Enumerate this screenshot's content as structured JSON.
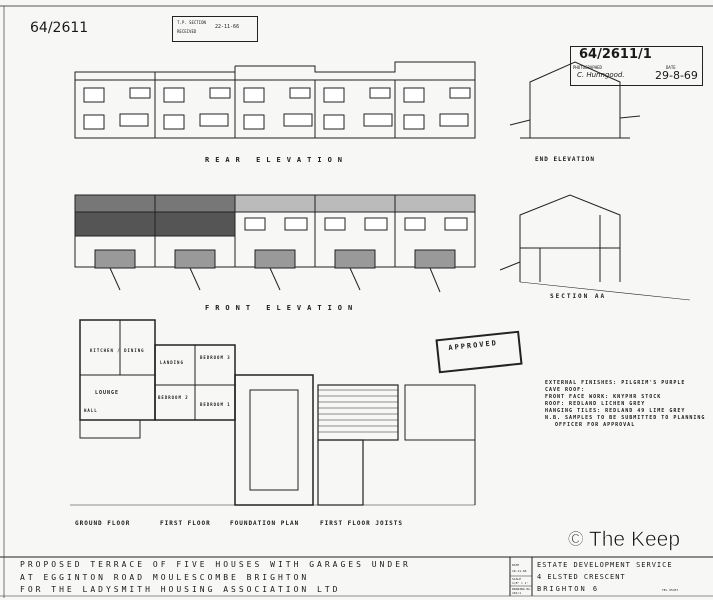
{
  "header": {
    "ref_number": "64/2611",
    "stamp": {
      "line1": "T.P. SECTION",
      "line2": "RECEIVED",
      "date": "22-11-66"
    },
    "photo_box": {
      "ref": "64/2611/1",
      "photographed_label": "PHOTOGRAPHED",
      "photographer": "C. Hunngood.",
      "date_label": "DATE",
      "date": "29-8-69"
    }
  },
  "views": {
    "rear_elevation": "REAR ELEVATION",
    "end_elevation": "END ELEVATION",
    "front_elevation": "FRONT ELEVATION",
    "section": "SECTION AA",
    "ground_floor": "GROUND FLOOR",
    "first_floor": "FIRST FLOOR",
    "foundation_plan": "FOUNDATION PLAN",
    "first_floor_joists": "FIRST FLOOR JOISTS"
  },
  "rooms": {
    "kitchen": "KITCHEN / DINING",
    "lounge": "LOUNGE",
    "hall": "HALL",
    "landing": "LANDING",
    "bedroom1": "BEDROOM 1",
    "bedroom2": "BEDROOM 2",
    "bedroom3": "BEDROOM 3"
  },
  "approval_stamp": "APPROVED",
  "notes": {
    "line1": "EXTERNAL FINISHES: PILGRIM'S PURPLE",
    "line2": "CAVE ROOF:",
    "line3": "FRONT FACE WORK: KNYPHR STOCK",
    "line4": "ROOF: REDLAND LICHEN GREY",
    "line5": "HANGING TILES: REDLAND 49 LIME GREY",
    "line6": "N.B. SAMPLES TO BE SUBMITTED TO PLANNING",
    "line7": "OFFICER FOR APPROVAL"
  },
  "title_block": {
    "line1": "PROPOSED TERRACE OF FIVE HOUSES WITH GARAGES UNDER",
    "line2": "AT EGGINTON ROAD MOULESCOMBE BRIGHTON",
    "line3": "FOR THE LADYSMITH HOUSING ASSOCIATION LTD",
    "date_label": "DATE",
    "date": "10-11-66",
    "scale_label": "SCALE",
    "scale": "1/8\" = 1'",
    "drawing_label": "DRAWING No.",
    "drawing": "101/1",
    "office1": "ESTATE DEVELOPMENT SERVICE",
    "office2": "4 ELSTED CRESCENT",
    "office3": "BRIGHTON 6",
    "tel": "TEL 65457"
  },
  "watermark": "© The Keep"
}
